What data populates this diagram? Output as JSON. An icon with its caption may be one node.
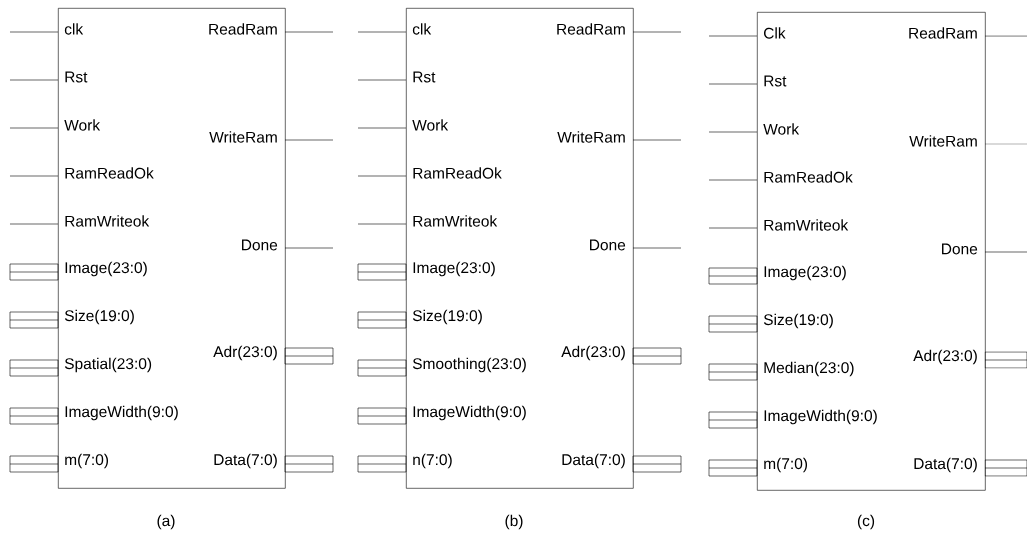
{
  "diagram": {
    "nodes": [
      {
        "text": [
          "clk",
          "Rst",
          "Work",
          "RamReadOk",
          "RamWriteok",
          "Image(23:0)",
          "Size(19:0)",
          "Spatial(23:0)",
          "ImageWidth(9:0)",
          "m(7:0)",
          "ReadRam",
          "WriteRam",
          "Done",
          "Adr(23:0)",
          "Data(7:0)"
        ],
        "beside": [
          "(a)"
        ]
      },
      {
        "text": [
          "clk",
          "Rst",
          "Work",
          "RamReadOk",
          "RamWriteok",
          "Image(23:0)",
          "Size(19:0)",
          "Smoothing(23:0)",
          "ImageWidth(9:0)",
          "n(7:0)",
          "ReadRam",
          "WriteRam",
          "Done",
          "Adr(23:0)",
          "Data(7:0)"
        ],
        "beside": [
          "(b)"
        ]
      },
      {
        "text": [
          "Clk",
          "Rst",
          "Work",
          "RamReadOk",
          "RamWriteok",
          "Image(23:0)",
          "Size(19:0)",
          "Median(23:0)",
          "ImageWidth(9:0)",
          "m(7:0)",
          "ReadRam",
          "WriteRam",
          "Done",
          "Adr(23:0)",
          "Data(7:0)"
        ],
        "beside": [
          "(c)"
        ]
      }
    ]
  }
}
